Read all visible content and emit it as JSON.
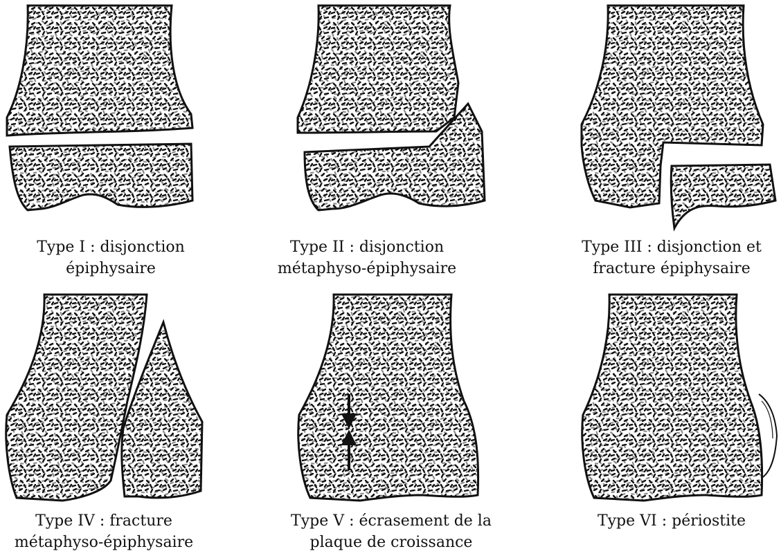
{
  "figure": {
    "panels": [
      {
        "type": "Type I : disjonction",
        "desc": "épiphysaire"
      },
      {
        "type": "Type II : disjonction",
        "desc": "métaphyso-épiphysaire"
      },
      {
        "type": "Type III : disjonction et",
        "desc": "fracture épiphysaire"
      },
      {
        "type": "Type IV : fracture",
        "desc": "métaphyso-épiphysaire"
      },
      {
        "type": "Type V : écrasement de la",
        "desc": "plaque de croissance"
      },
      {
        "type": "Type VI : périostite",
        "desc": ""
      }
    ],
    "colors": {
      "outline": "#111111",
      "stipple": "#111111",
      "background": "#ffffff"
    }
  }
}
